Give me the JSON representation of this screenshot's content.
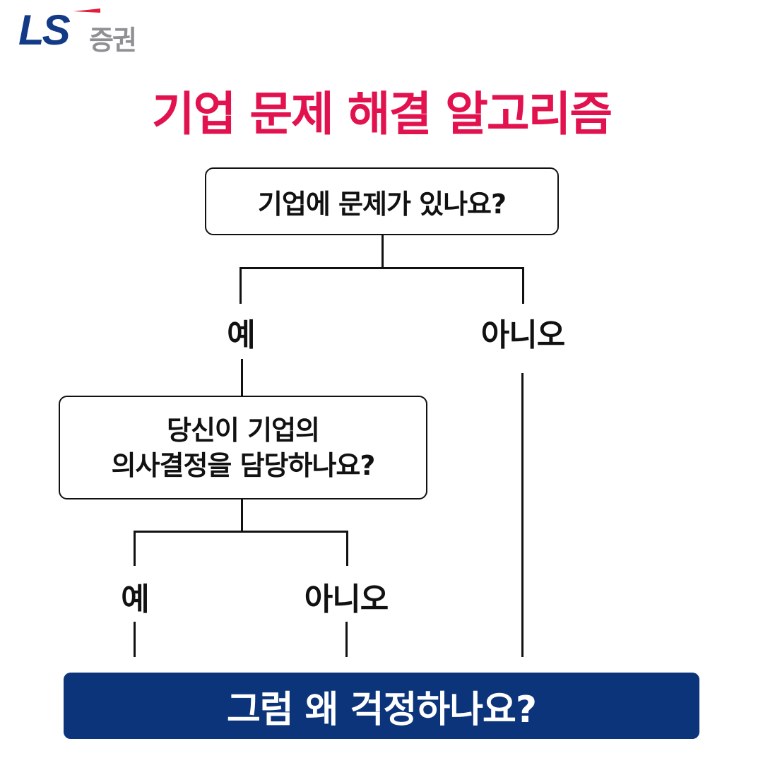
{
  "logo": {
    "brand": "LS",
    "suffix": "증권"
  },
  "title": "기업 문제 해결 알고리즘",
  "question1": "기업에 문제가 있나요?",
  "q1_yes": "예",
  "q1_no": "아니오",
  "question2_line1": "당신이 기업의",
  "question2_line2": "의사결정을 담당하나요?",
  "q2_yes": "예",
  "q2_no": "아니오",
  "conclusion": "그럼 왜 걱정하나요?",
  "colors": {
    "title": "#e2124f",
    "conclusion_bg": "#0c347a",
    "logo_blue": "#123a86",
    "logo_red": "#e01f3d"
  }
}
